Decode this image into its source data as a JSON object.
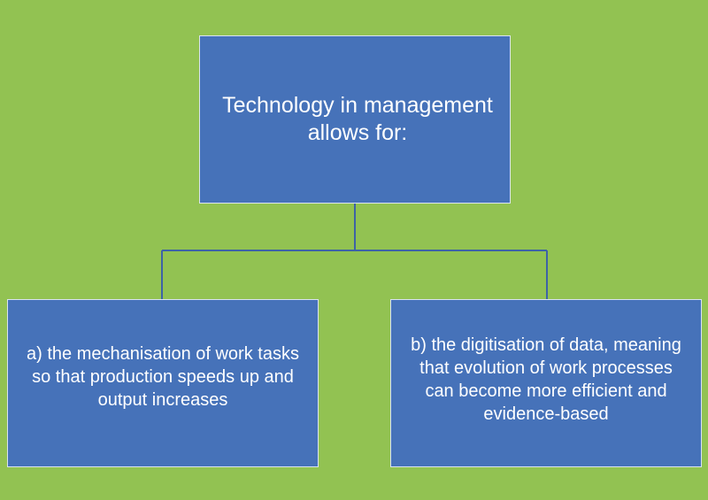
{
  "diagram": {
    "root": {
      "text": "Technology in management allows for:"
    },
    "children": [
      {
        "text": "a) the mechanisation of work tasks so that production speeds up and output increases"
      },
      {
        "text": "b) the digitisation of data, meaning that evolution of work processes can become more efficient and evidence-based"
      }
    ]
  },
  "colors": {
    "background": "#92c252",
    "box_fill": "#4672b9",
    "box_border": "#d9e3f1",
    "connector": "#3d63a6",
    "text": "#ffffff"
  }
}
